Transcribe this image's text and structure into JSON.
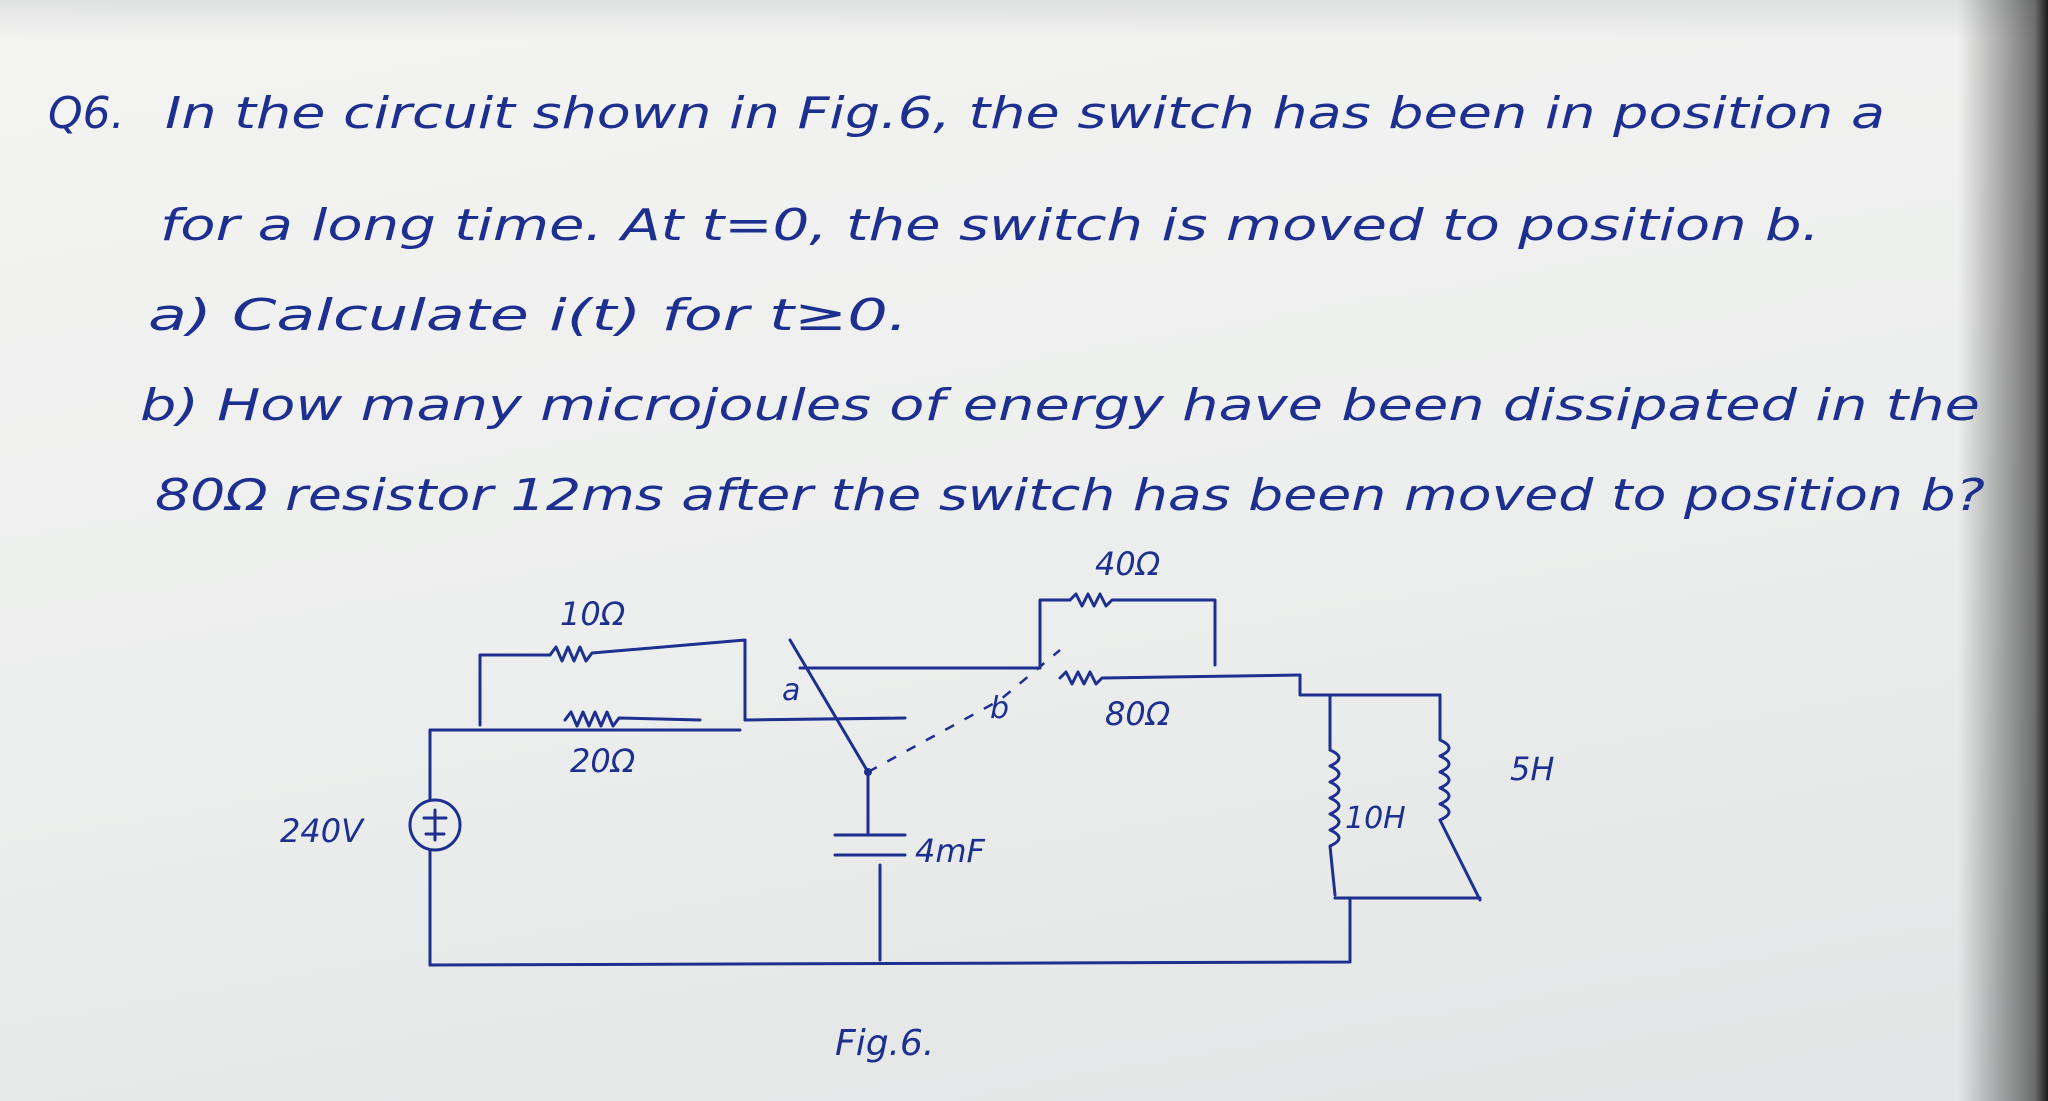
{
  "question": {
    "number": "Q6.",
    "line1": "In the circuit shown in Fig.6, the switch has been in position a",
    "line2": "for a long time. At t=0, the switch is moved to position b.",
    "part_a": "a) Calculate i(t) for t≥0.",
    "part_b_line1": "b) How many microjoules of energy have been dissipated in the",
    "part_b_line2": "80Ω resistor 12ms after the switch has been moved to position b?"
  },
  "circuit": {
    "source": "240V",
    "r1": "10Ω",
    "r2": "20Ω",
    "r3": "40Ω",
    "r4": "80Ω",
    "switch_a": "a",
    "switch_b": "b",
    "capacitor": "4mF",
    "inductor1": "10H",
    "inductor2": "5H",
    "caption": "Fig.6."
  }
}
